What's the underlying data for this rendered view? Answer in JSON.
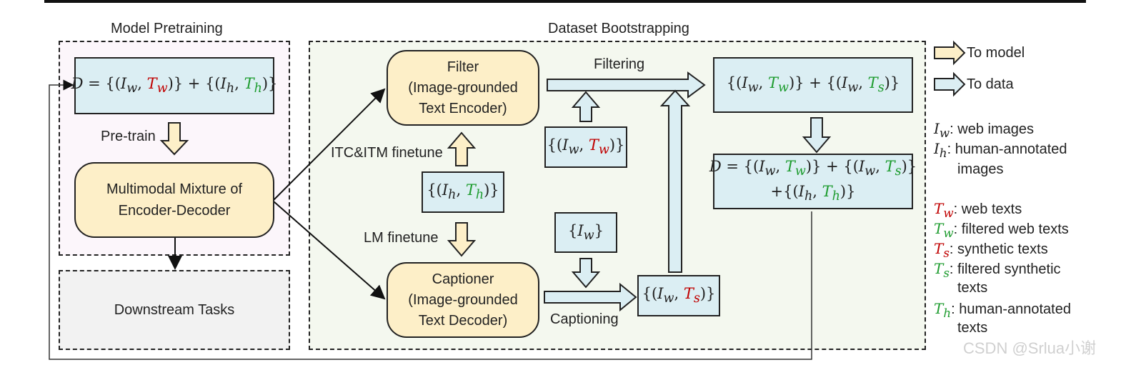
{
  "sections": {
    "pretraining_title": "Model Pretraining",
    "bootstrapping_title": "Dataset Bootstrapping"
  },
  "nodes": {
    "dataset_D": "D = {(I_w, T_w)} + {(I_h, T_h)}",
    "pretrain_label": "Pre-train",
    "med": "Multimodal Mixture of Encoder-Decoder",
    "downstream": "Downstream Tasks",
    "filter": "Filter (Image-grounded Text Encoder)",
    "captioner": "Captioner (Image-grounded Text Decoder)",
    "ih_th": "{(I_h, T_h)}",
    "itc_itm_label": "ITC&ITM finetune",
    "lm_label": "LM finetune",
    "iw_tw_input": "{(I_w, T_w)}",
    "iw_input": "{I_w}",
    "iw_ts": "{(I_w, T_s)}",
    "filtered_set": "{(I_w, T_w)} + {(I_w, T_s)}",
    "final_D": "D = {(I_w, T_w)} + {(I_w, T_s)} +{(I_h, T_h)}",
    "filtering_label": "Filtering",
    "captioning_label": "Captioning"
  },
  "text": {
    "pretrain": "Pre-train",
    "med_line1": "Multimodal Mixture of",
    "med_line2": "Encoder-Decoder",
    "downstream": "Downstream Tasks",
    "filter_line1": "Filter",
    "filter_line2": "(Image-grounded",
    "filter_line3": "Text Encoder)",
    "captioner_line1": "Captioner",
    "captioner_line2": "(Image-grounded",
    "captioner_line3": "Text Decoder)",
    "itc": "ITC&ITM finetune",
    "lm": "LM finetune",
    "filtering": "Filtering",
    "captioning": "Captioning"
  },
  "legend": {
    "to_model": "To model",
    "to_data": "To data",
    "iw": ": web images",
    "ih_1": ": human-annotated",
    "ih_2": "images",
    "tw_red": ": web texts",
    "tw_green": ": filtered web texts",
    "ts_red": ": synthetic texts",
    "ts_green_1": ": filtered synthetic",
    "ts_green_2": "texts",
    "th_1": ": human-annotated",
    "th_2": "texts"
  },
  "colors": {
    "model_arrow_fill": "#fdefc8",
    "data_arrow_fill": "#dbeef3",
    "red_text": "#c00000",
    "green_text": "#1e9c2f",
    "pretrain_bg": "#fcf6fb",
    "bootstrap_bg": "#f4f8ef",
    "downstream_bg": "#f2f2f2"
  },
  "watermark": "CSDN @Srlua小谢"
}
